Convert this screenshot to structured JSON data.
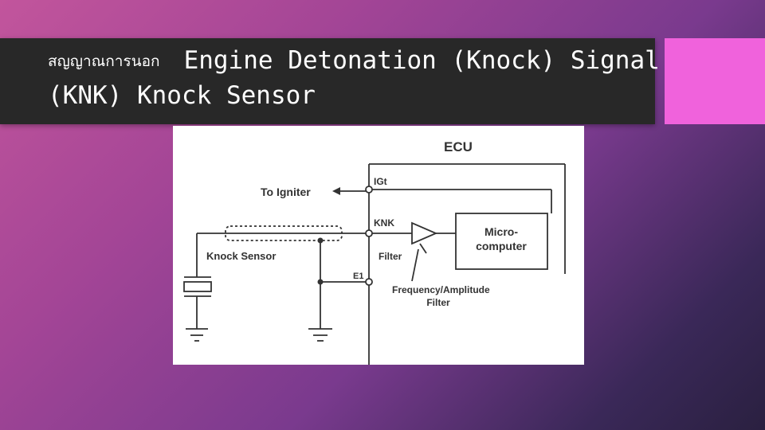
{
  "title": {
    "thai": "สญญาณการนอก",
    "line1": "Engine Detonation (Knock) Signal",
    "line2": "(KNK) Knock Sensor"
  },
  "colors": {
    "title_bar": "#282828",
    "accent": "#f062dc",
    "bg_start": "#c2559c",
    "bg_end": "#2a2040"
  },
  "diagram": {
    "ecu": "ECU",
    "to_igniter": "To Igniter",
    "igt": "IGt",
    "knk": "KNK",
    "micro_line1": "Micro-",
    "micro_line2": "computer",
    "filter": "Filter",
    "knock_sensor": "Knock Sensor",
    "e1": "E1",
    "freq_line1": "Frequency/Amplitude",
    "freq_line2": "Filter"
  }
}
